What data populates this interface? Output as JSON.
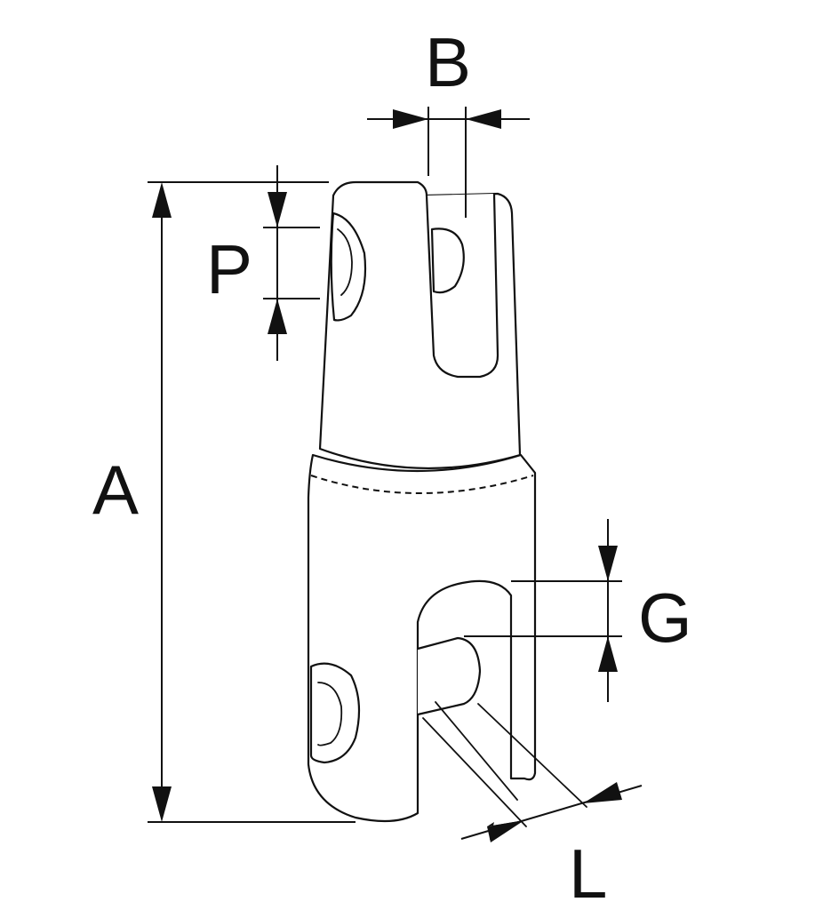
{
  "dimension_labels": {
    "A": "A",
    "B": "B",
    "P": "P",
    "G": "G",
    "L": "L"
  }
}
